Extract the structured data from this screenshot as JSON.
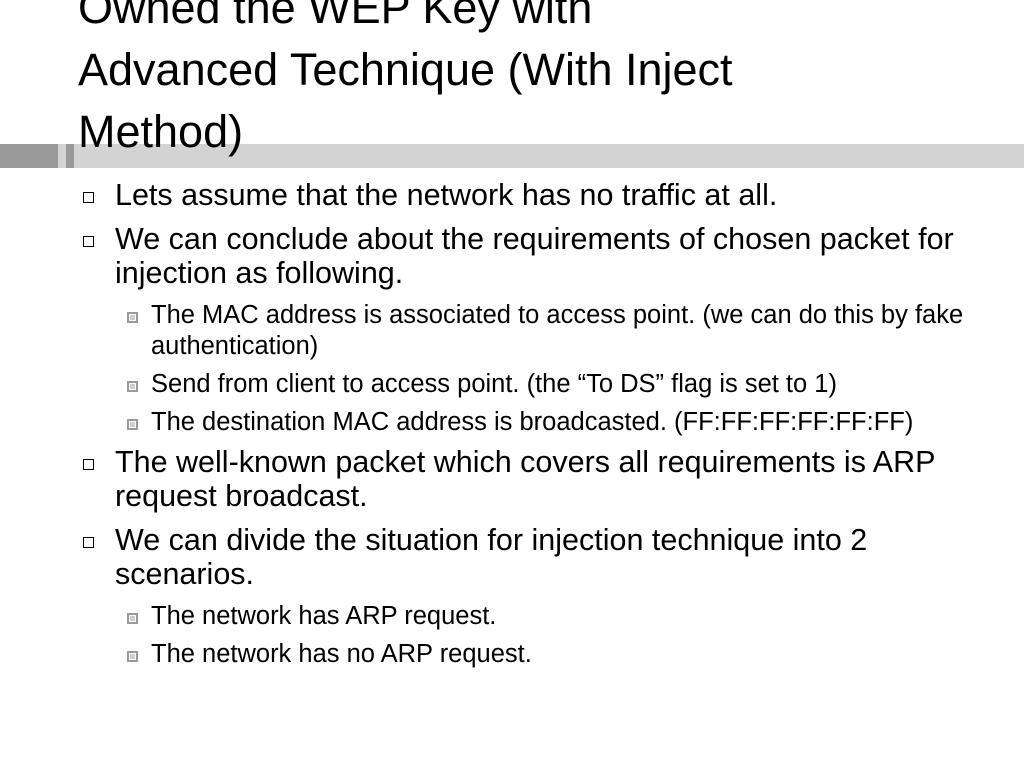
{
  "slide": {
    "title": "Owned the WEP Key with\nAdvanced Technique (With Inject\nMethod)",
    "bullets": [
      {
        "text": "Lets assume that the network has no traffic at all."
      },
      {
        "text": "We can conclude about the requirements of chosen packet for injection as following."
      },
      {
        "text": " The MAC address is associated to access point. (we can do this by fake authentication)"
      },
      {
        "text": " Send from client to access point. (the “To DS” flag is set to 1)"
      },
      {
        "text": " The destination MAC address is broadcasted. (FF:FF:FF:FF:FF:FF)"
      },
      {
        "text": "The well-known packet which covers all requirements is ARP request broadcast."
      },
      {
        "text": "We can divide the situation for injection technique into 2 scenarios."
      },
      {
        "text": "The network has ARP request."
      },
      {
        "text": "The network has no ARP request."
      }
    ]
  },
  "icons": {
    "level1_bullet": "hollow-square-bullet-icon",
    "level2_bullet": "gray-square-bullet-icon"
  },
  "colors": {
    "background": "#ffffff",
    "text": "#000000",
    "title_band": "#d3d3d3",
    "title_band_accent": "#999999"
  }
}
